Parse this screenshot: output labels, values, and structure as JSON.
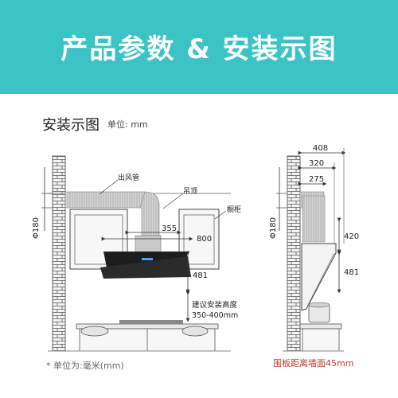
{
  "banner": {
    "title": "产品参数 & 安装示图",
    "color": "#3cc3c5"
  },
  "section": {
    "title": "安装示图",
    "unit": "单位: mm"
  },
  "front": {
    "duct_label": "出风管",
    "ceiling_label": "吊顶",
    "cabinet_label": "橱柜",
    "dim_phi": "Φ180",
    "dim_355": "355",
    "dim_800": "800",
    "dim_481": "481",
    "height_label": "建议安装高度",
    "height_range": "350-400mm"
  },
  "side": {
    "dim_phi": "Φ180",
    "dim_408": "408",
    "dim_320": "320",
    "dim_275": "275",
    "dim_420": "420",
    "dim_481": "481"
  },
  "notes": {
    "unit_note": "* 单位为:毫米(mm)",
    "panel_note": "围板距离墙面45mm",
    "panel_note_color": "#c0392b"
  }
}
